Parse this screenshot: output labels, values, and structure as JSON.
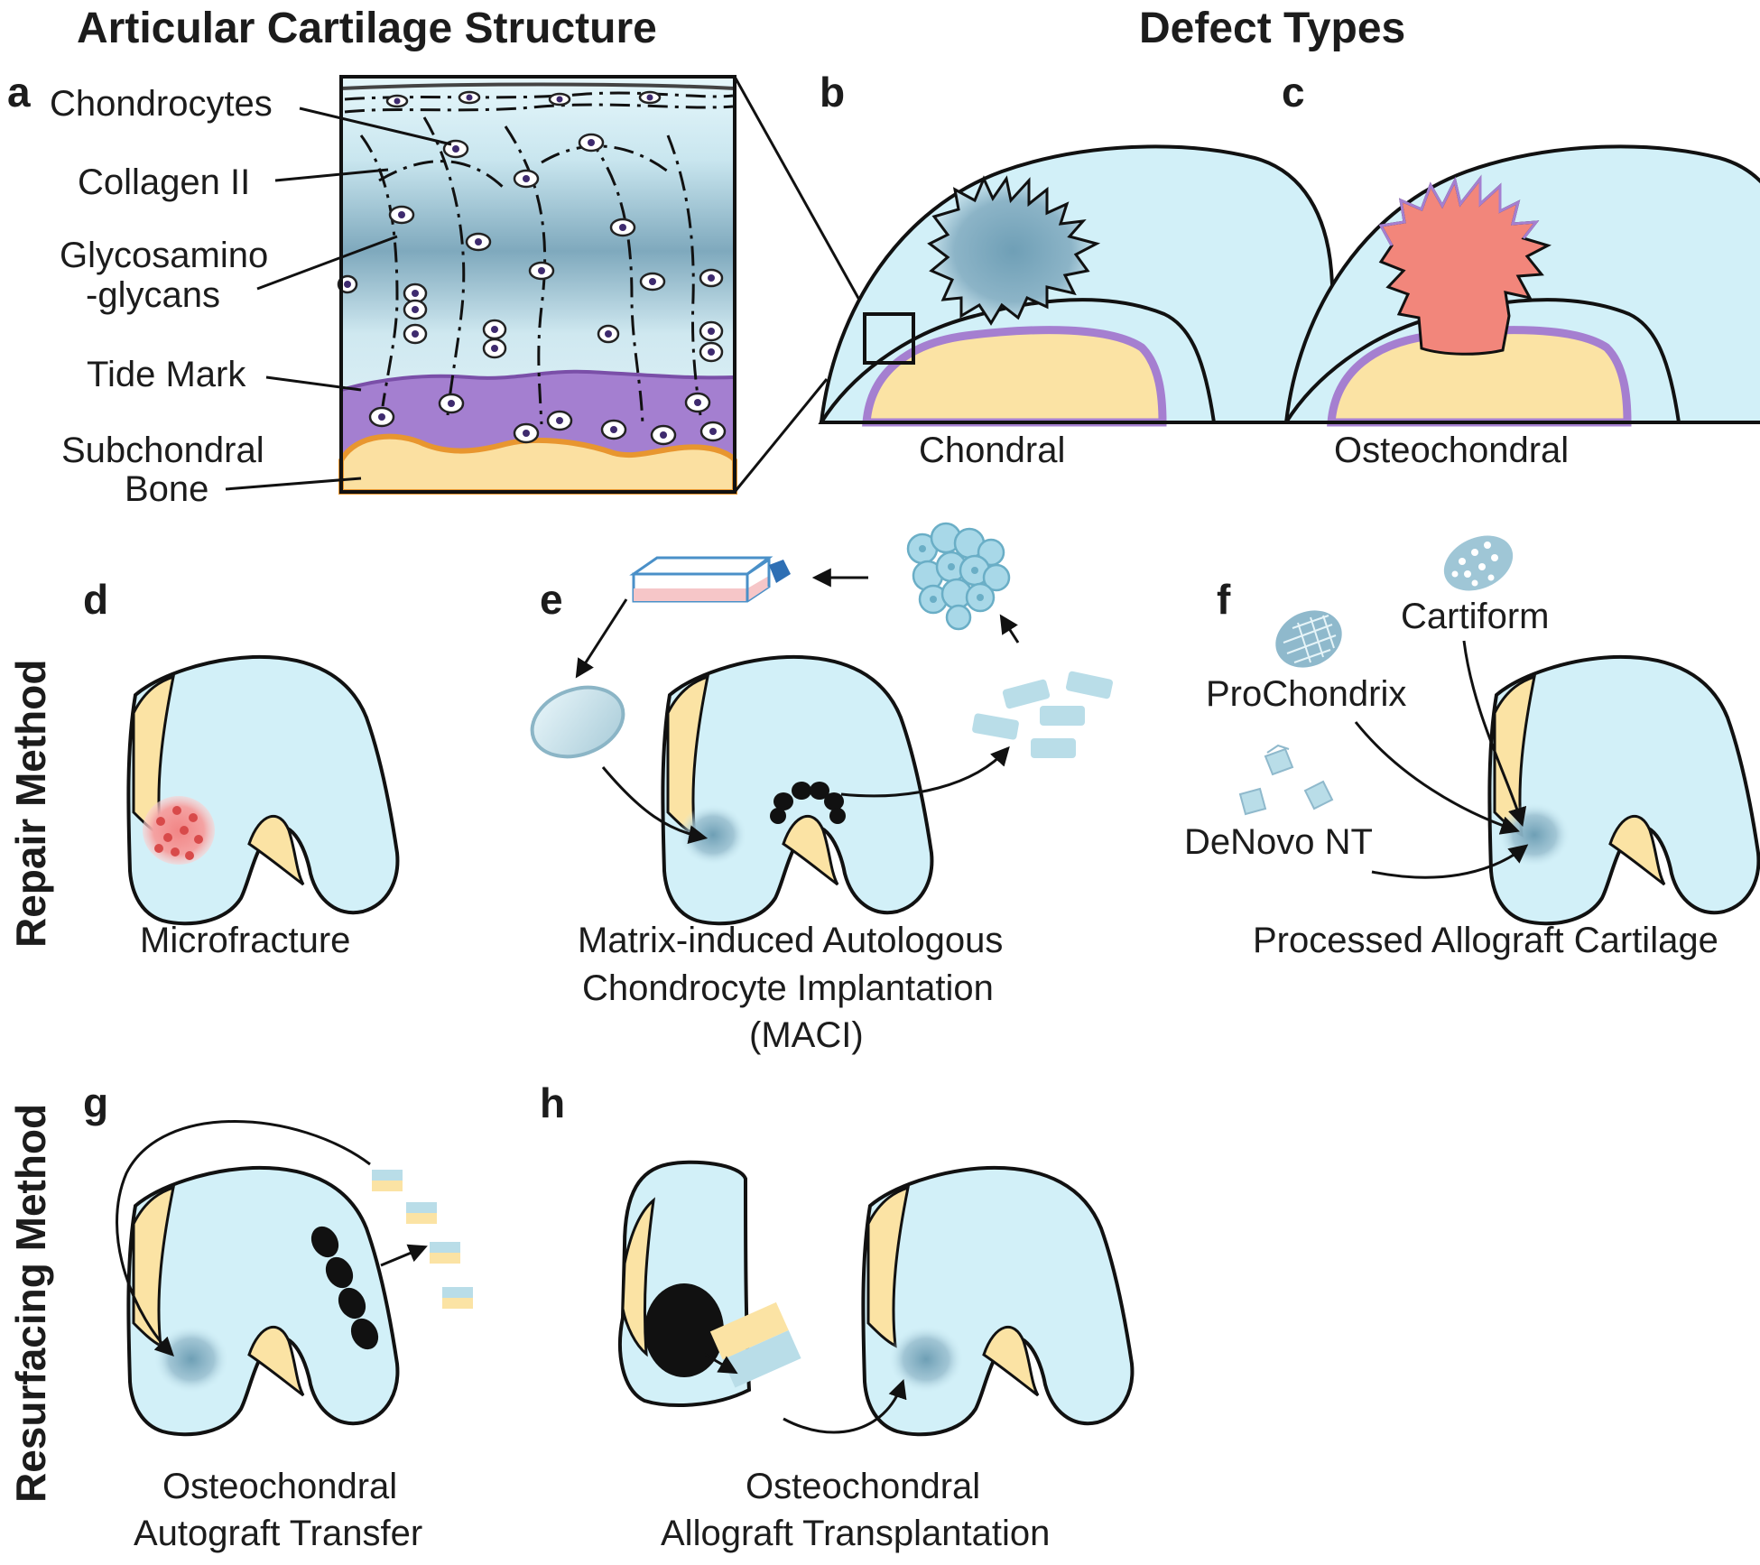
{
  "headings": {
    "structure": "Articular Cartilage Structure",
    "defects": "Defect Types"
  },
  "row_labels": {
    "repair": "Repair Method",
    "resurfacing": "Resurfacing Method"
  },
  "panel_letters": {
    "a": "a",
    "b": "b",
    "c": "c",
    "d": "d",
    "e": "e",
    "f": "f",
    "g": "g",
    "h": "h"
  },
  "layer_labels": {
    "chondrocytes": "Chondrocytes",
    "collagen": "Collagen II",
    "gag_line1": "Glycosamino",
    "gag_line2": "-glycans",
    "tidemark": "Tide Mark",
    "bone_line1": "Subchondral",
    "bone_line2": "Bone"
  },
  "defect_labels": {
    "chondral": "Chondral",
    "osteochondral": "Osteochondral"
  },
  "product_labels": {
    "cartiform": "Cartiform",
    "prochondrix": "ProChondrix",
    "denovo": "DeNovo NT"
  },
  "captions": {
    "d": "Microfracture",
    "e_line1": "Matrix-induced Autologous",
    "e_line2": "Chondrocyte Implantation",
    "e_line3": "(MACI)",
    "f": "Processed Allograft Cartilage",
    "g_line1": "Osteochondral",
    "g_line2": "Autograft Transfer",
    "h_line1": "Osteochondral",
    "h_line2": "Allograft Transplantation"
  },
  "colors": {
    "cartilage": "#d2f0f8",
    "bone": "#fbe3a4",
    "tidemark": "#a57fd0",
    "defect": "#8bb3c6",
    "osteo_defect": "#f2867b",
    "microfracture": "#f29a9a",
    "outline": "#111111"
  }
}
